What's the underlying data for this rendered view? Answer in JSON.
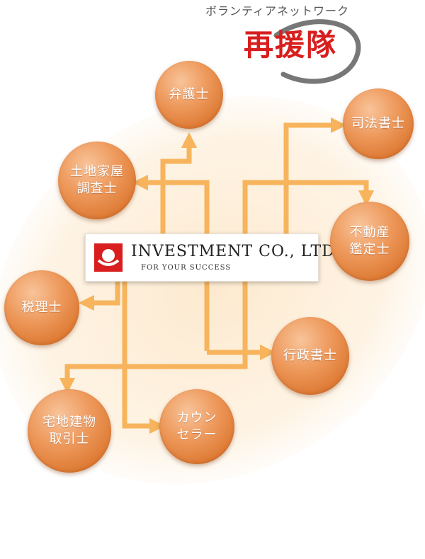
{
  "header": {
    "network_label": "ボランティアネットワーク",
    "brand_name": "再援隊"
  },
  "center": {
    "company_name": "INVESTMENT CO., LTD.",
    "tagline": "FOR YOUR SUCCESS"
  },
  "nodes": [
    {
      "id": "lawyer",
      "label": "弁護士"
    },
    {
      "id": "judicial-scrivener",
      "label": "司法書士"
    },
    {
      "id": "land-house-surveyor",
      "label": "土地家屋\n調査士"
    },
    {
      "id": "real-estate-appraiser",
      "label": "不動産\n鑑定士"
    },
    {
      "id": "tax-accountant",
      "label": "税理士"
    },
    {
      "id": "administrative-scrivener",
      "label": "行政書士"
    },
    {
      "id": "real-estate-broker",
      "label": "宅地建物\n取引士"
    },
    {
      "id": "counselor",
      "label": "カウン\nセラー"
    }
  ],
  "colors": {
    "connector": "#f7b45c",
    "node": "#e88a48",
    "brand": "#d81e1e"
  }
}
